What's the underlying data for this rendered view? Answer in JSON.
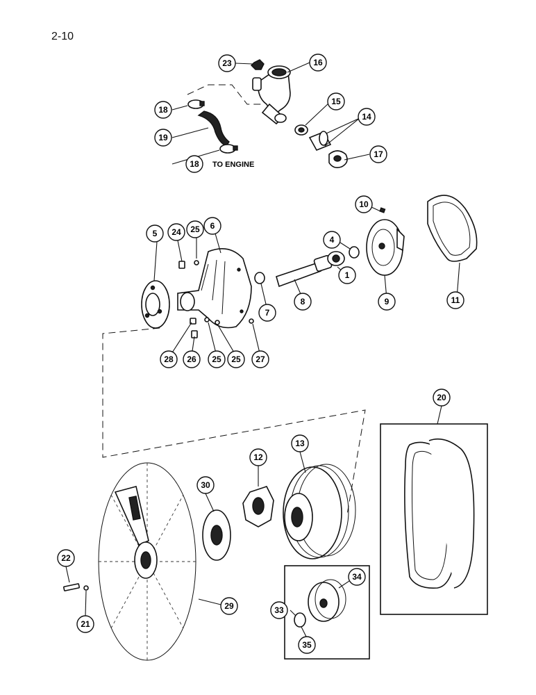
{
  "page": {
    "number": "2-10"
  },
  "annotations": {
    "to_engine": "TO ENGINE"
  },
  "callouts": [
    "1",
    "4",
    "5",
    "6",
    "7",
    "8",
    "9",
    "10",
    "11",
    "12",
    "13",
    "14",
    "15",
    "16",
    "17",
    "18",
    "19",
    "20",
    "21",
    "22",
    "23",
    "24",
    "25",
    "26",
    "27",
    "28",
    "29",
    "30",
    "33",
    "34",
    "35"
  ]
}
